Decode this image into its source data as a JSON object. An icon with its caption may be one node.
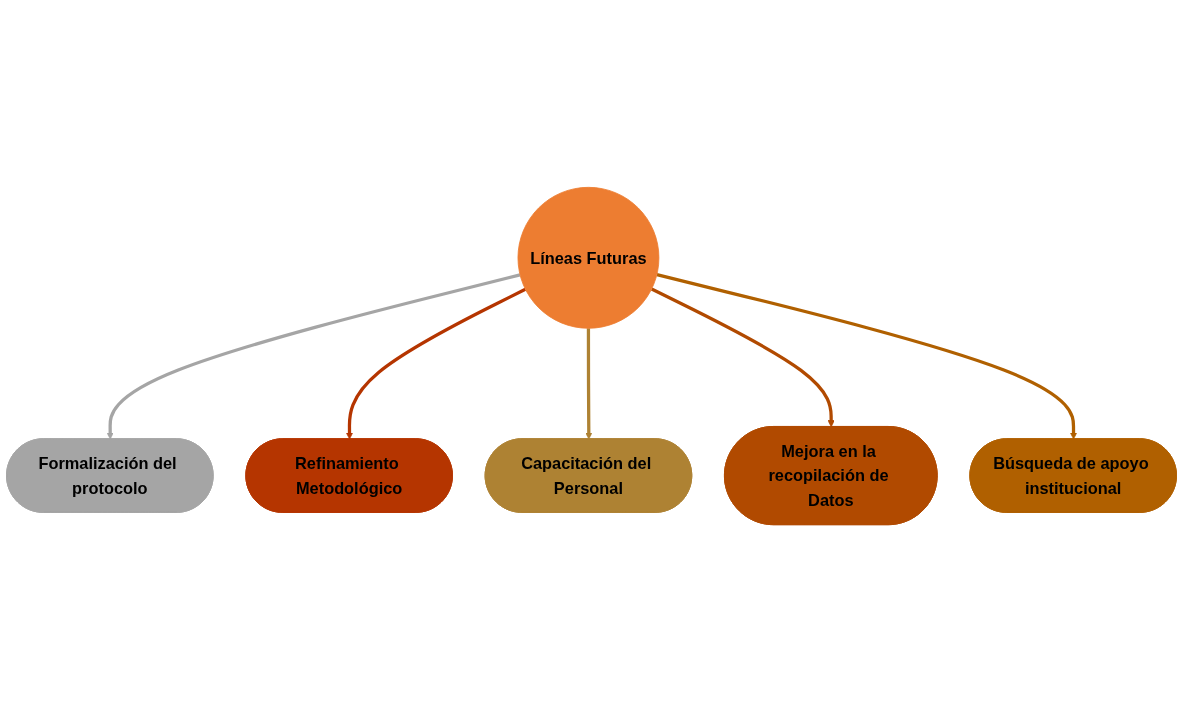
{
  "diagram": {
    "nodes": [
      {
        "text": [
          "Formalización del protocolo"
        ]
      },
      {
        "text": [
          "Refinamiento Metodológico"
        ]
      },
      {
        "text": [
          "Capacitación del Personal"
        ]
      },
      {
        "text": [
          "Líneas Futuras"
        ]
      },
      {
        "text": [
          "Mejora en la recopilación de Datos"
        ]
      },
      {
        "text": [
          "Búsqueda de apoyo institucional"
        ]
      }
    ],
    "edges": [
      {
        "from": 3,
        "to": 0,
        "arrow": "to",
        "color": "#a5a5a5"
      },
      {
        "from": 3,
        "to": 1,
        "arrow": "to",
        "color": "#b53500"
      },
      {
        "from": 3,
        "to": 2,
        "arrow": "to",
        "color": "#ae8233"
      },
      {
        "from": 3,
        "to": 4,
        "arrow": "to",
        "color": "#b14a00"
      },
      {
        "from": 3,
        "to": 5,
        "arrow": "to",
        "color": "#b06000"
      }
    ]
  }
}
